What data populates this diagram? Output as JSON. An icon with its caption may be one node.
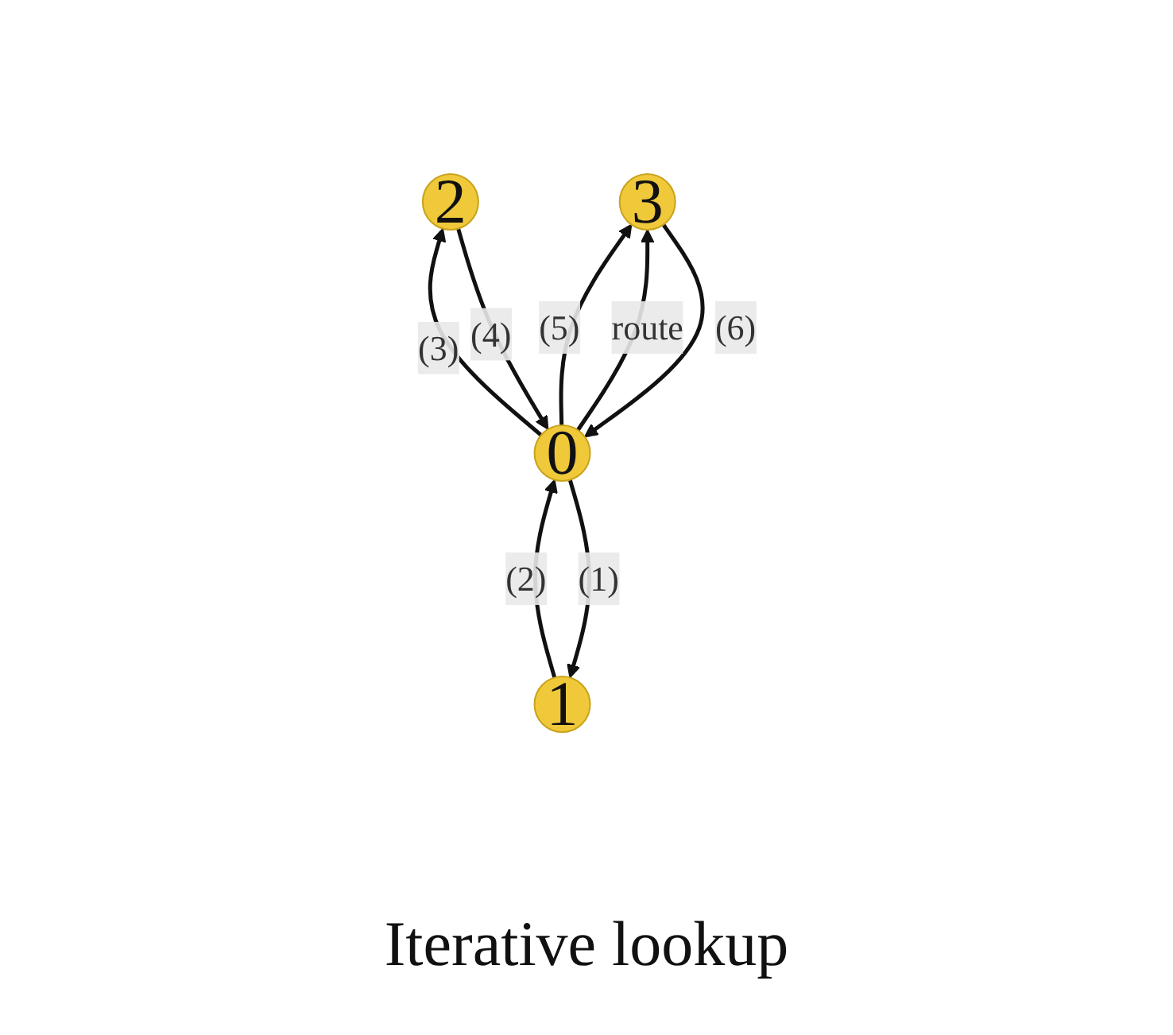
{
  "diagram": {
    "caption": "Iterative lookup",
    "nodes": [
      {
        "text": [
          "1"
        ]
      },
      {
        "text": [
          "2"
        ]
      },
      {
        "text": [
          "3"
        ]
      },
      {
        "text": [
          "0"
        ]
      }
    ],
    "edges": [
      {
        "from": 3,
        "to": 0,
        "arrow": "to",
        "label": "(1)"
      },
      {
        "from": 0,
        "to": 3,
        "arrow": "to",
        "label": "(2)"
      },
      {
        "from": 3,
        "to": 1,
        "arrow": "to",
        "label": "(3)"
      },
      {
        "from": 1,
        "to": 3,
        "arrow": "to",
        "label": "(4)"
      },
      {
        "from": 3,
        "to": 2,
        "arrow": "to",
        "label": "(5)"
      },
      {
        "from": 2,
        "to": 3,
        "arrow": "to",
        "label": "(6)"
      },
      {
        "from": 3,
        "to": 2,
        "arrow": "to",
        "label": "route"
      }
    ]
  }
}
